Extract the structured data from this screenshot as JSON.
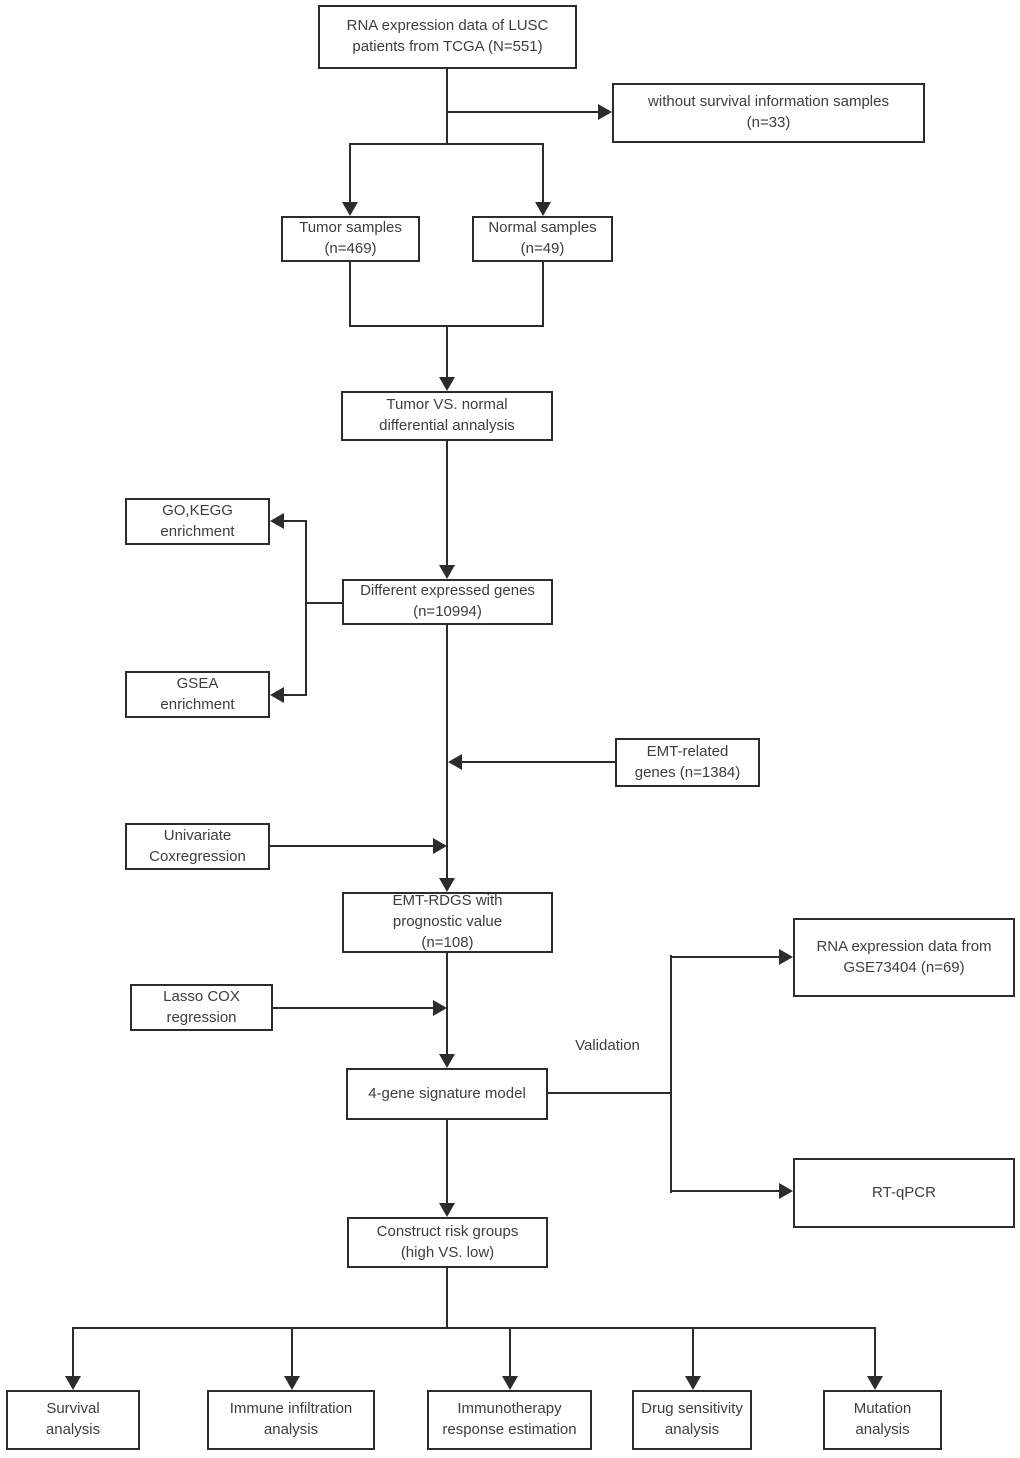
{
  "figure": {
    "type": "flowchart",
    "background": "#ffffff",
    "line_color": "#2c2c2c",
    "text_color": "#3d3d3d"
  },
  "nodes": {
    "tcga": {
      "label": "RNA expression data of LUSC\npatients from TCGA (N=551)"
    },
    "excluded": {
      "label": "without  survival information samples\n(n=33)"
    },
    "tumor": {
      "label": "Tumor samples\n(n=469)"
    },
    "normal": {
      "label": "Normal samples\n(n=49)"
    },
    "diff_analysis": {
      "label": "Tumor VS. normal\ndifferential annalysis"
    },
    "go_kegg": {
      "label": "GO,KEGG\nenrichment"
    },
    "deg": {
      "label": "Different expressed genes\n(n=10994)"
    },
    "gsea": {
      "label": "GSEA\nenrichment"
    },
    "emt_genes": {
      "label": "EMT-related\ngenes (n=1384)"
    },
    "univariate_cox": {
      "label": "Univariate\nCoxregression"
    },
    "emt_rdgs": {
      "label": "EMT-RDGS with\nprognostic value\n(n=108)"
    },
    "lasso_cox": {
      "label": "Lasso COX\nregression"
    },
    "gse73404": {
      "label": "RNA expression data  from\nGSE73404 (n=69)"
    },
    "signature_model": {
      "label": "4-gene signature model"
    },
    "rt_qpcr": {
      "label": "RT-qPCR"
    },
    "risk_groups": {
      "label": "Construct risk groups\n(high VS. low)"
    },
    "survival": {
      "label": "Survival\nanalysis"
    },
    "immune_infiltration": {
      "label": "Immune infiltration\nanalysis"
    },
    "immunotherapy": {
      "label": "Immunotherapy\nresponse estimation"
    },
    "drug_sensitivity": {
      "label": "Drug sensitivity\nanalysis"
    },
    "mutation": {
      "label": "Mutation\nanalysis"
    }
  },
  "annotations": {
    "validation": "Validation"
  }
}
